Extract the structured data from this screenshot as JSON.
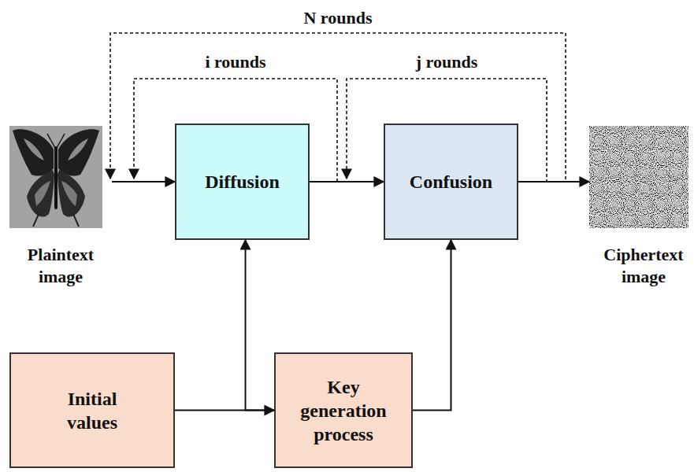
{
  "diagram": {
    "nodes": [
      {
        "text": [
          "Plaintext image"
        ]
      },
      {
        "text": [
          "Diffusion"
        ]
      },
      {
        "text": [
          "Confusion"
        ]
      },
      {
        "text": [
          "Ciphertext image"
        ]
      },
      {
        "text": [
          "Initial values"
        ]
      },
      {
        "text": [
          "Key generation process"
        ]
      }
    ],
    "edges": [
      {
        "from": 0,
        "to": 1,
        "arrow": "to"
      },
      {
        "from": 1,
        "to": 2,
        "arrow": "to"
      },
      {
        "from": 2,
        "to": 3,
        "arrow": "to"
      },
      {
        "from": 4,
        "to": 5,
        "arrow": "to"
      },
      {
        "from": 5,
        "to": 1,
        "arrow": "to"
      },
      {
        "from": 5,
        "to": 2,
        "arrow": "to"
      },
      {
        "from": 1,
        "to": 1,
        "label": "i rounds",
        "arrow": "to"
      },
      {
        "from": 2,
        "to": 2,
        "label": "j rounds",
        "arrow": "to"
      },
      {
        "from": 2,
        "to": 1,
        "label": "N rounds",
        "arrow": "to"
      }
    ]
  }
}
